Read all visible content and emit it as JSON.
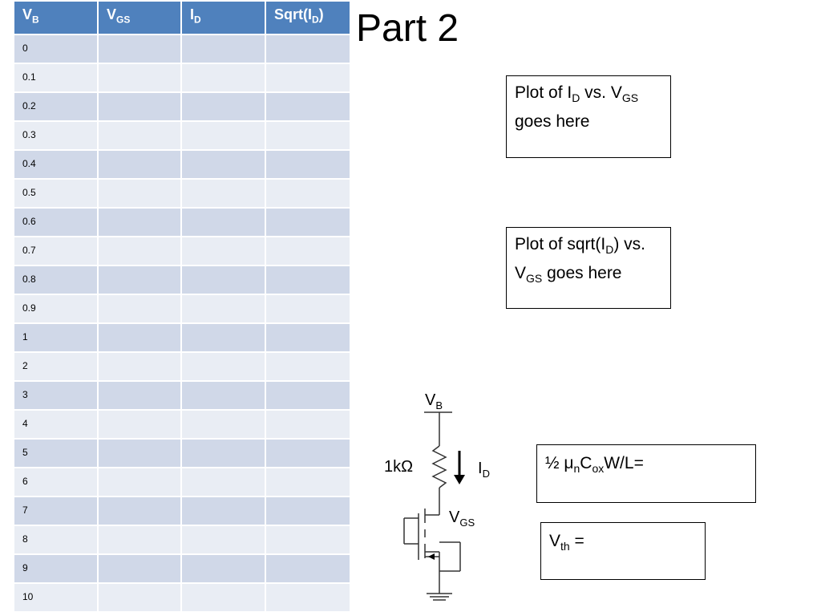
{
  "title": "Part 2",
  "table": {
    "headers": [
      {
        "main": "V",
        "sub": "B",
        "suffix": ""
      },
      {
        "main": "V",
        "sub": "GS",
        "suffix": ""
      },
      {
        "main": "I",
        "sub": "D",
        "suffix": ""
      },
      {
        "main": "Sqrt(I",
        "sub": "D",
        "suffix": ")"
      }
    ],
    "rows": [
      {
        "vb": "0",
        "vgs": "",
        "id": "",
        "sqrt_id": ""
      },
      {
        "vb": "0.1",
        "vgs": "",
        "id": "",
        "sqrt_id": ""
      },
      {
        "vb": "0.2",
        "vgs": "",
        "id": "",
        "sqrt_id": ""
      },
      {
        "vb": "0.3",
        "vgs": "",
        "id": "",
        "sqrt_id": ""
      },
      {
        "vb": "0.4",
        "vgs": "",
        "id": "",
        "sqrt_id": ""
      },
      {
        "vb": "0.5",
        "vgs": "",
        "id": "",
        "sqrt_id": ""
      },
      {
        "vb": "0.6",
        "vgs": "",
        "id": "",
        "sqrt_id": ""
      },
      {
        "vb": "0.7",
        "vgs": "",
        "id": "",
        "sqrt_id": ""
      },
      {
        "vb": "0.8",
        "vgs": "",
        "id": "",
        "sqrt_id": ""
      },
      {
        "vb": "0.9",
        "vgs": "",
        "id": "",
        "sqrt_id": ""
      },
      {
        "vb": "1",
        "vgs": "",
        "id": "",
        "sqrt_id": ""
      },
      {
        "vb": "2",
        "vgs": "",
        "id": "",
        "sqrt_id": ""
      },
      {
        "vb": "3",
        "vgs": "",
        "id": "",
        "sqrt_id": ""
      },
      {
        "vb": "4",
        "vgs": "",
        "id": "",
        "sqrt_id": ""
      },
      {
        "vb": "5",
        "vgs": "",
        "id": "",
        "sqrt_id": ""
      },
      {
        "vb": "6",
        "vgs": "",
        "id": "",
        "sqrt_id": ""
      },
      {
        "vb": "7",
        "vgs": "",
        "id": "",
        "sqrt_id": ""
      },
      {
        "vb": "8",
        "vgs": "",
        "id": "",
        "sqrt_id": ""
      },
      {
        "vb": "9",
        "vgs": "",
        "id": "",
        "sqrt_id": ""
      },
      {
        "vb": "10",
        "vgs": "",
        "id": "",
        "sqrt_id": ""
      }
    ]
  },
  "boxes": {
    "plot_id": {
      "part1": "Plot of I",
      "sub1": "D",
      "part2": " vs. V",
      "sub2": "GS",
      "part3": " goes here"
    },
    "plot_sqrt": {
      "part1": "Plot of sqrt(I",
      "sub1": "D",
      "part2": ") vs. V",
      "sub2": "GS",
      "part3": " goes here"
    },
    "kn": {
      "prefix": "½ ",
      "mu": "μ",
      "sub_n": "n",
      "c": "C",
      "sub_ox": "ox",
      "suffix": "W/L="
    },
    "vth": {
      "main": "V",
      "sub": "th",
      "suffix": " ="
    }
  },
  "circuit": {
    "vb_label": {
      "main": "V",
      "sub": "B"
    },
    "resistor_label": "1kΩ",
    "id_label": {
      "main": "I",
      "sub": "D"
    },
    "vgs_label": {
      "main": "V",
      "sub": "GS"
    }
  },
  "colors": {
    "header": "#4f81bd",
    "row_dark": "#d0d8e8",
    "row_light": "#e9edf4"
  }
}
